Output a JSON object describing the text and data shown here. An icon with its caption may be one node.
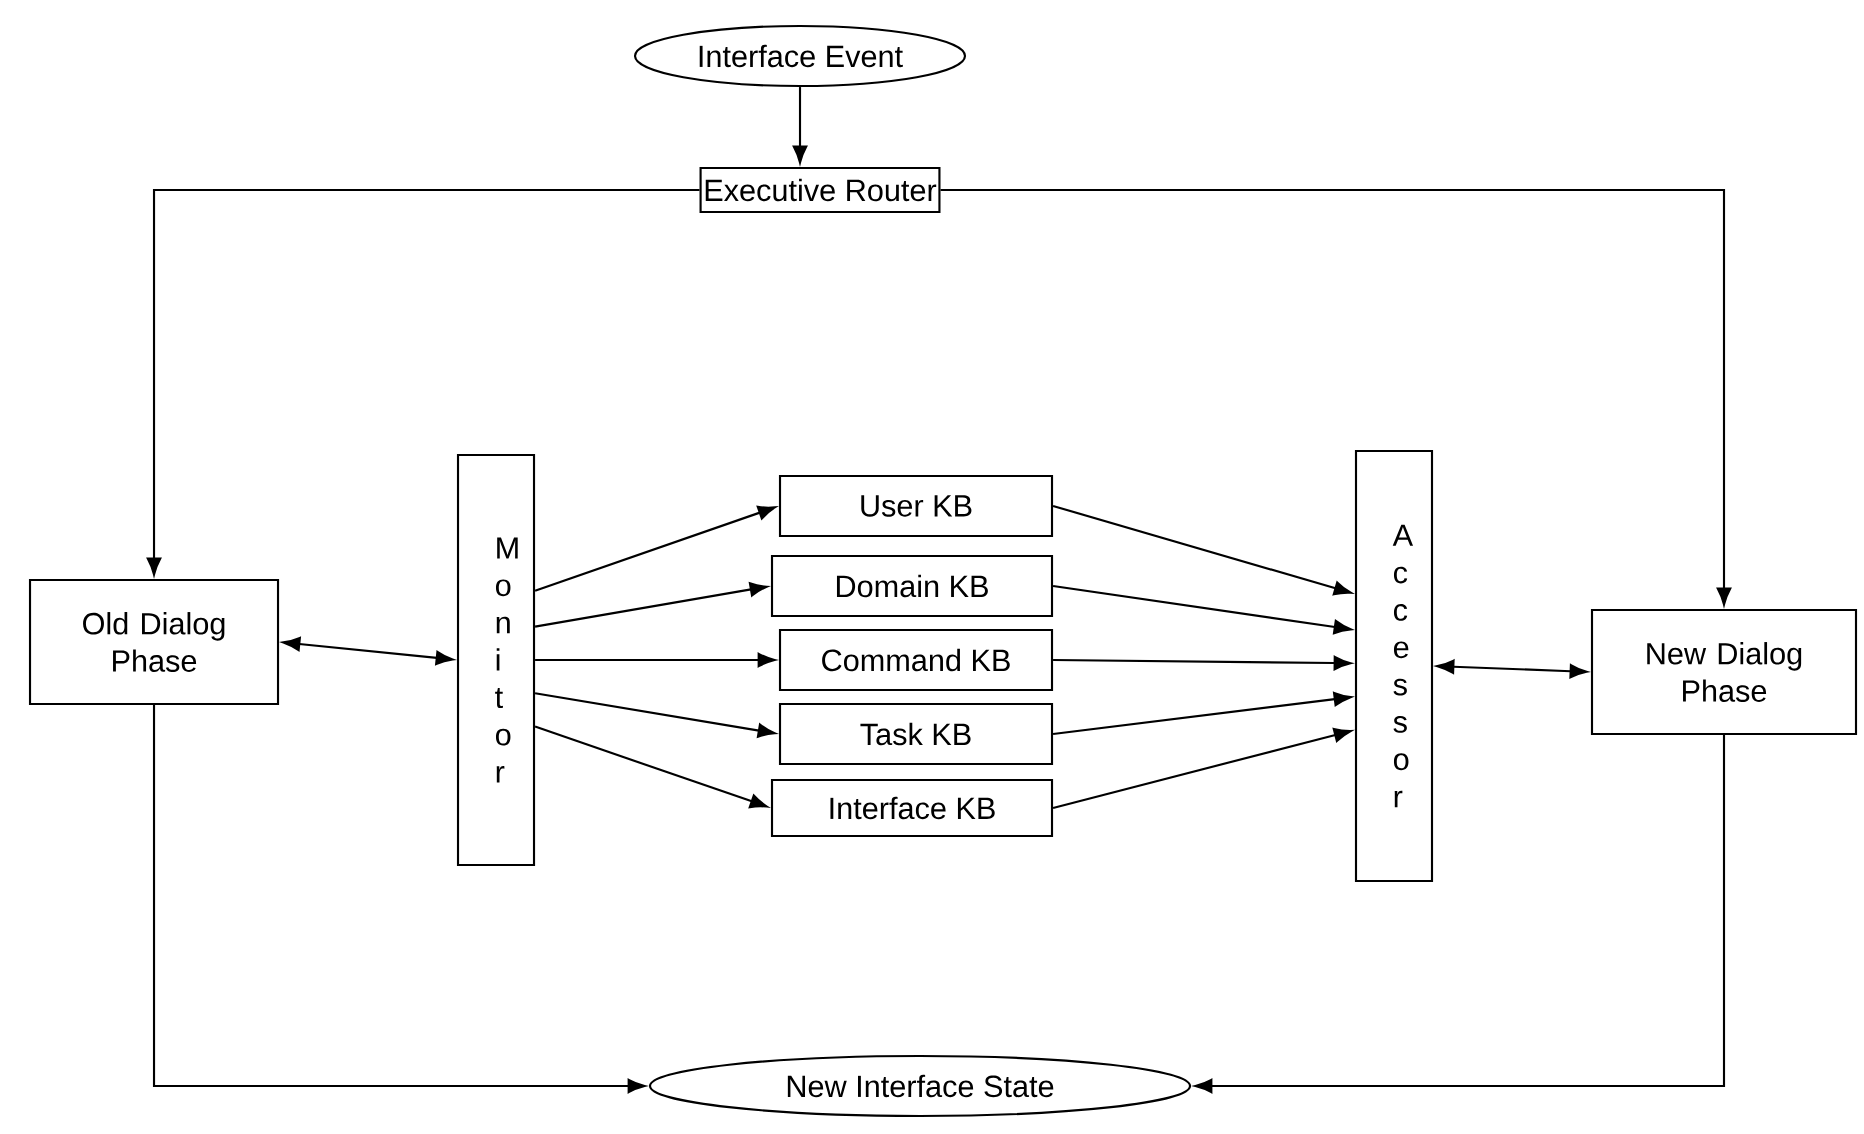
{
  "diagram": {
    "nodes": [
      {
        "text": [
          "Interface Event"
        ]
      },
      {
        "text": [
          "Executive Router"
        ]
      },
      {
        "text": [
          "Old Dialog Phase"
        ]
      },
      {
        "text": [
          "Monitor"
        ]
      },
      {
        "text": [
          "User KB"
        ]
      },
      {
        "text": [
          "Domain KB"
        ]
      },
      {
        "text": [
          "Command KB"
        ]
      },
      {
        "text": [
          "Task KB"
        ]
      },
      {
        "text": [
          "Interface KB"
        ]
      },
      {
        "text": [
          "Accessor"
        ]
      },
      {
        "text": [
          "New Dialog Phase"
        ]
      },
      {
        "text": [
          "New Interface State"
        ]
      }
    ],
    "edges": [
      {
        "from": 0,
        "to": 1,
        "arrow": "to"
      },
      {
        "from": 1,
        "to": 2,
        "arrow": "to"
      },
      {
        "from": 1,
        "to": 10,
        "arrow": "to"
      },
      {
        "from": 2,
        "to": 3,
        "arrow": "both"
      },
      {
        "from": 3,
        "to": 4,
        "arrow": "to"
      },
      {
        "from": 3,
        "to": 5,
        "arrow": "to"
      },
      {
        "from": 3,
        "to": 6,
        "arrow": "to"
      },
      {
        "from": 3,
        "to": 7,
        "arrow": "to"
      },
      {
        "from": 3,
        "to": 8,
        "arrow": "to"
      },
      {
        "from": 4,
        "to": 9,
        "arrow": "to"
      },
      {
        "from": 5,
        "to": 9,
        "arrow": "to"
      },
      {
        "from": 6,
        "to": 9,
        "arrow": "to"
      },
      {
        "from": 7,
        "to": 9,
        "arrow": "to"
      },
      {
        "from": 8,
        "to": 9,
        "arrow": "to"
      },
      {
        "from": 9,
        "to": 10,
        "arrow": "both"
      },
      {
        "from": 2,
        "to": 11,
        "arrow": "to"
      },
      {
        "from": 10,
        "to": 11,
        "arrow": "to"
      }
    ]
  }
}
